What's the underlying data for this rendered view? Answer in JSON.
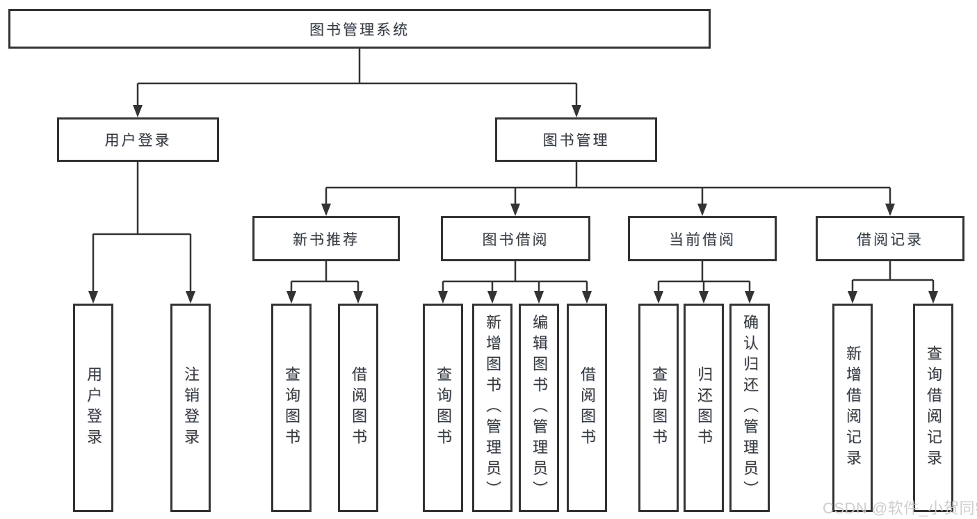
{
  "diagram": {
    "root": {
      "label": "图书管理系统"
    },
    "user_login_branch": {
      "label": "用户登录",
      "children": [
        {
          "label": "用户登录"
        },
        {
          "label": "注销登录"
        }
      ]
    },
    "book_mgmt_branch": {
      "label": "图书管理",
      "sections": [
        {
          "label": "新书推荐",
          "children": [
            {
              "label": "查询图书"
            },
            {
              "label": "借阅图书"
            }
          ]
        },
        {
          "label": "图书借阅",
          "children": [
            {
              "label": "查询图书"
            },
            {
              "label": "新增图书（管理员）"
            },
            {
              "label": "编辑图书（管理员）"
            },
            {
              "label": "借阅图书"
            }
          ]
        },
        {
          "label": "当前借阅",
          "children": [
            {
              "label": "查询图书"
            },
            {
              "label": "归还图书"
            },
            {
              "label": "确认归还（管理员）"
            }
          ]
        },
        {
          "label": "借阅记录",
          "children": [
            {
              "label": "新增借阅记录"
            },
            {
              "label": "查询借阅记录"
            }
          ]
        }
      ]
    }
  },
  "theme": {
    "line": "#333333",
    "text": "#3a3a3a",
    "watermark": "#c9c9c9",
    "bg": "#ffffff"
  },
  "watermark": {
    "text": "CSDN @软件_小贺同学"
  }
}
